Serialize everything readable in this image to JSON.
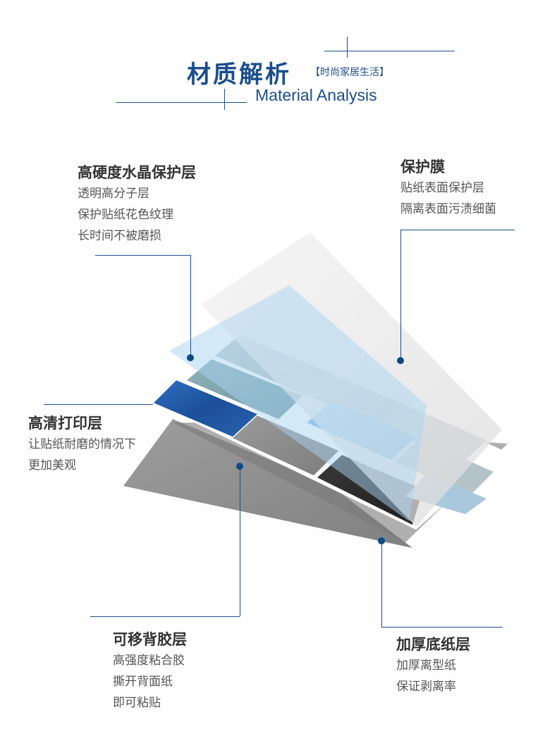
{
  "header": {
    "title": "材质解析",
    "tag": "【时尚家居生活】",
    "subtitle": "Material Analysis"
  },
  "colors": {
    "accent": "#1a4e8c",
    "text_title": "#333333",
    "text_body": "#555555"
  },
  "layers": {
    "crystal": {
      "title": "高硬度水晶保护层",
      "lines": [
        "透明高分子层",
        "保护贴纸花色纹理",
        "长时间不被磨损"
      ]
    },
    "film": {
      "title": "保护膜",
      "lines": [
        "贴纸表面保护层",
        "隔离表面污渍细菌"
      ]
    },
    "print": {
      "title": "高清打印层",
      "lines": [
        "让贴纸耐磨的情况下",
        "更加美观"
      ]
    },
    "adhesive": {
      "title": "可移背胶层",
      "lines": [
        "高强度粘合胶",
        "撕开背面纸",
        "即可粘贴"
      ]
    },
    "base": {
      "title": "加厚底纸层",
      "lines": [
        "加厚离型纸",
        "保证剥离率"
      ]
    }
  }
}
